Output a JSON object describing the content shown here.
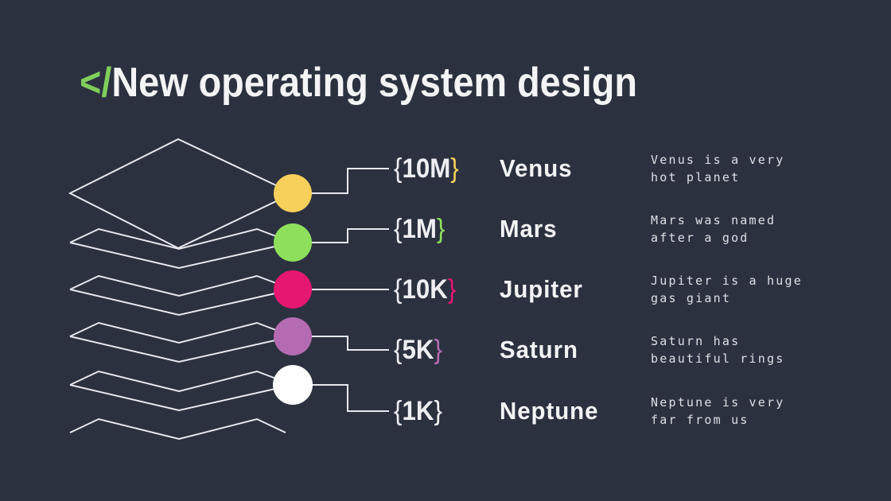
{
  "slide": {
    "background": "#2C3140",
    "line_color": "#E8E9EF",
    "title": {
      "prefix": "</",
      "text": "New operating system design",
      "prefix_color": "#7FCE5B",
      "text_color": "#F4F4F6"
    },
    "text_colors": {
      "value": "#EFEFF3",
      "name": "#F3F4F6",
      "desc": "#DCE0E5"
    }
  },
  "decor": {
    "brace_open": "{",
    "brace_close": "}"
  },
  "rows": [
    {
      "value": "10M",
      "name": "Venus",
      "desc": "Venus is a very\nhot planet",
      "color": "#F6D05A"
    },
    {
      "value": "1M",
      "name": "Mars",
      "desc": "Mars was named\nafter a god",
      "color": "#8EE05C"
    },
    {
      "value": "10K",
      "name": "Jupiter",
      "desc": "Jupiter is a huge\ngas giant",
      "color": "#E6176F"
    },
    {
      "value": "5K",
      "name": "Saturn",
      "desc": "Saturn has\nbeautiful rings",
      "color": "#B56BB1"
    },
    {
      "value": "1K",
      "name": "Neptune",
      "desc": "Neptune is very\nfar from us",
      "color": "#FFFFFF"
    }
  ]
}
